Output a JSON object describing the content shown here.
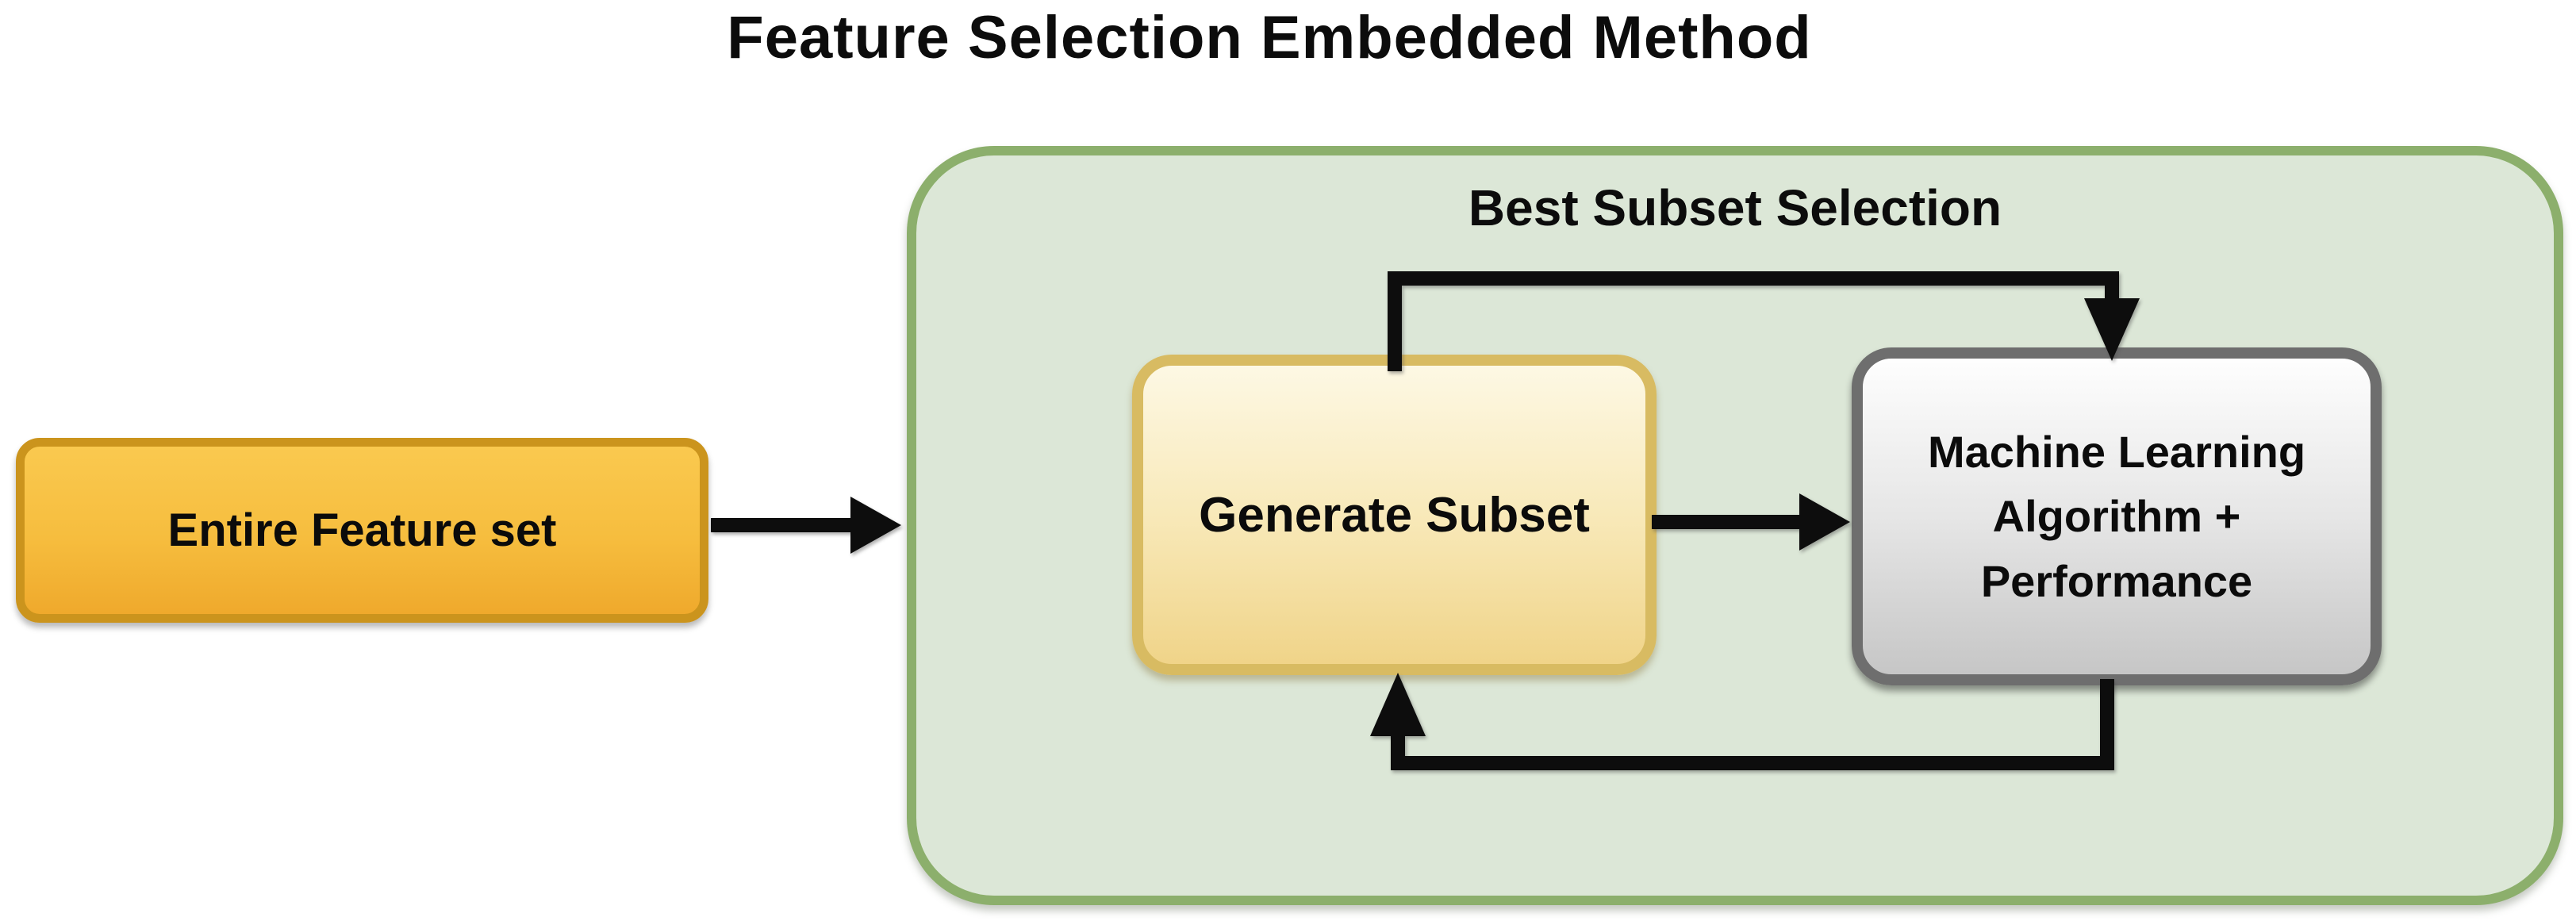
{
  "title": "Feature Selection Embedded Method",
  "group": {
    "label": "Best Subset Selection"
  },
  "nodes": {
    "entire_feature_set": {
      "label": "Entire Feature set"
    },
    "generate_subset": {
      "label": "Generate Subset"
    },
    "ml_algorithm": {
      "label": "Machine Learning Algorithm + Performance",
      "lines": [
        "Machine Learning",
        "Algorithm +",
        "Performance"
      ]
    }
  },
  "edges": [
    {
      "from": "entire_feature_set",
      "to": "best_subset_selection_group",
      "style": "straight-right"
    },
    {
      "from": "generate_subset",
      "to": "ml_algorithm",
      "style": "loop-over-top"
    },
    {
      "from": "generate_subset",
      "to": "ml_algorithm",
      "style": "straight-right"
    },
    {
      "from": "ml_algorithm",
      "to": "generate_subset",
      "style": "loop-under-bottom"
    }
  ],
  "colors": {
    "background": "#ffffff",
    "text": "#0c0c0c",
    "arrow": "#0d0d0d",
    "group_fill": "#dce7d7",
    "group_border": "#8caf6c",
    "entire_border": "#cb941d",
    "entire_fill_top": "#fac94f",
    "entire_fill_bottom": "#efa92c",
    "generate_border": "#d8bb62",
    "generate_fill_top": "#fdf8e4",
    "generate_fill_bottom": "#f0d489",
    "ml_border": "#6e6e6e",
    "ml_fill_top": "#fefefe",
    "ml_fill_bottom": "#c6c6c6"
  }
}
